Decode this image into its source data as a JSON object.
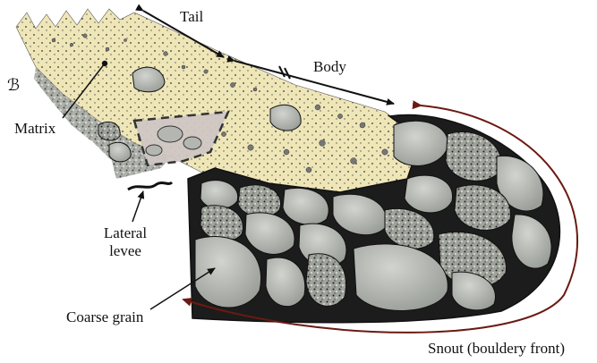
{
  "diagram": {
    "labels": {
      "tail": "Tail",
      "body": "Body",
      "matrix": "Matrix",
      "lateral_levee_line1": "Lateral",
      "lateral_levee_line2": "levee",
      "coarse_grain": "Coarse grain",
      "snout": "Snout (bouldery front)"
    },
    "colors": {
      "matrix_fill": "#efe6b8",
      "boulder_grey": "#b9bcb6",
      "boulder_dark": "#8e928c",
      "levee_fill": "#cfc6c3",
      "outline": "#111111",
      "arrow_snout": "#6b1a12"
    }
  }
}
